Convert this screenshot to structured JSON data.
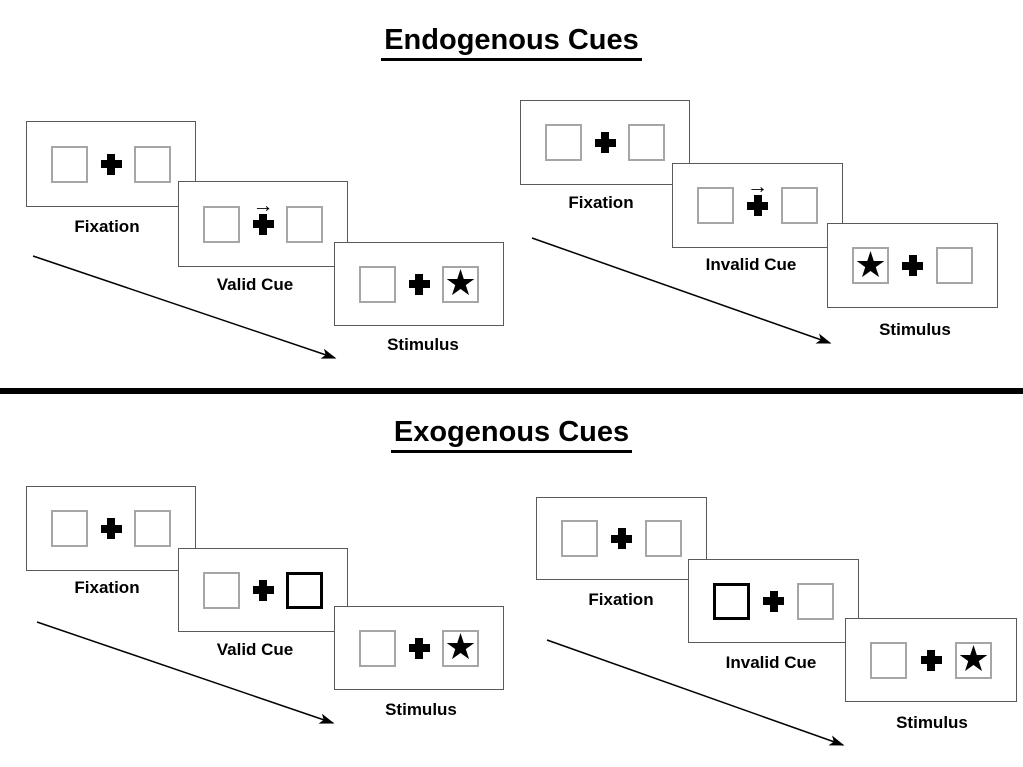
{
  "colors": {
    "background": "#ffffff",
    "panel_border": "#595959",
    "box_border": "#a6a6a6",
    "bold_box_border": "#000000",
    "divider": "#000000",
    "text": "#000000"
  },
  "icons": {
    "fixation_cross": "plus-cross",
    "cue_arrow": "right-arrow",
    "target": "black-star",
    "timeline": "diagonal-arrow"
  },
  "sections": [
    {
      "title": "Endogenous Cues",
      "sequences": [
        {
          "name": "endogenous-valid",
          "panels": [
            {
              "label": "Fixation",
              "arrow": "",
              "left": {
                "cls": "sqframe",
                "glyph": ""
              },
              "right": {
                "cls": "sqframe",
                "glyph": ""
              }
            },
            {
              "label": "Valid Cue",
              "arrow": "→",
              "left": {
                "cls": "sqframe",
                "glyph": ""
              },
              "right": {
                "cls": "sqframe",
                "glyph": ""
              }
            },
            {
              "label": "Stimulus",
              "arrow": "",
              "left": {
                "cls": "sqframe",
                "glyph": ""
              },
              "right": {
                "cls": "sqframe",
                "glyph": "★"
              }
            }
          ]
        },
        {
          "name": "endogenous-invalid",
          "panels": [
            {
              "label": "Fixation",
              "arrow": "",
              "left": {
                "cls": "sqframe",
                "glyph": ""
              },
              "right": {
                "cls": "sqframe",
                "glyph": ""
              }
            },
            {
              "label": "Invalid Cue",
              "arrow": "→",
              "left": {
                "cls": "sqframe",
                "glyph": ""
              },
              "right": {
                "cls": "sqframe",
                "glyph": ""
              }
            },
            {
              "label": "Stimulus",
              "arrow": "",
              "left": {
                "cls": "sqframe",
                "glyph": "★"
              },
              "right": {
                "cls": "sqframe",
                "glyph": ""
              }
            }
          ]
        }
      ]
    },
    {
      "title": "Exogenous Cues",
      "sequences": [
        {
          "name": "exogenous-valid",
          "panels": [
            {
              "label": "Fixation",
              "arrow": "",
              "left": {
                "cls": "sqframe",
                "glyph": ""
              },
              "right": {
                "cls": "sqframe",
                "glyph": ""
              }
            },
            {
              "label": "Valid Cue",
              "arrow": "",
              "left": {
                "cls": "sqframe",
                "glyph": ""
              },
              "right": {
                "cls": "sqframe bold",
                "glyph": ""
              }
            },
            {
              "label": "Stimulus",
              "arrow": "",
              "left": {
                "cls": "sqframe",
                "glyph": ""
              },
              "right": {
                "cls": "sqframe",
                "glyph": "★"
              }
            }
          ]
        },
        {
          "name": "exogenous-invalid",
          "panels": [
            {
              "label": "Fixation",
              "arrow": "",
              "left": {
                "cls": "sqframe",
                "glyph": ""
              },
              "right": {
                "cls": "sqframe",
                "glyph": ""
              }
            },
            {
              "label": "Invalid Cue",
              "arrow": "",
              "left": {
                "cls": "sqframe bold",
                "glyph": ""
              },
              "right": {
                "cls": "sqframe",
                "glyph": ""
              }
            },
            {
              "label": "Stimulus",
              "arrow": "",
              "left": {
                "cls": "sqframe",
                "glyph": ""
              },
              "right": {
                "cls": "sqframe",
                "glyph": "★"
              }
            }
          ]
        }
      ]
    }
  ]
}
